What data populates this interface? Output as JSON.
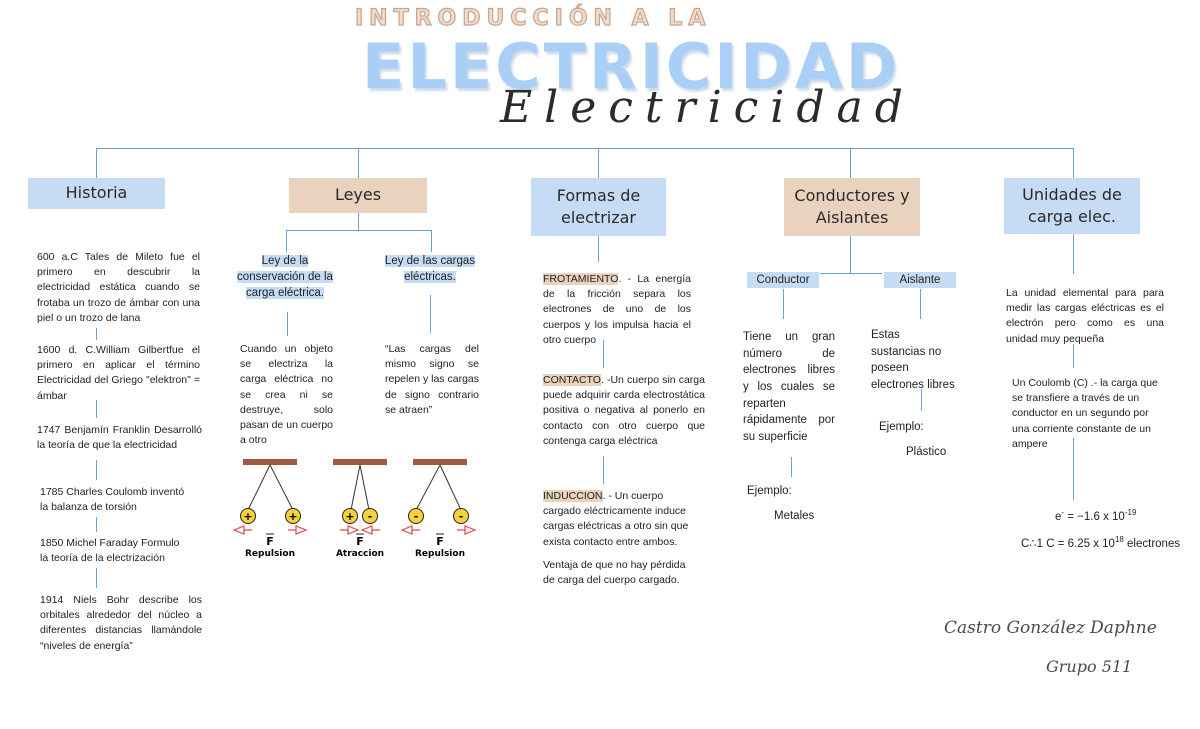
{
  "title": {
    "top": "INTRODUCCIÓN A LA",
    "main": "ELECTRICIDAD",
    "script": "Electricidad"
  },
  "headers": {
    "historia": "Historia",
    "leyes": "Leyes",
    "formas": "Formas de electrizar",
    "conductores": "Conductores y Aislantes",
    "unidades": "Unidades de carga elec."
  },
  "historia": {
    "items": [
      "600 a.C Tales de Mileto fue el primero en descubrir la electricidad estática cuando se frotaba un trozo de ámbar con una piel o un trozo de lana",
      "1600 d. C.William Gilbertfue el primero en aplicar el término Electricidad del Griego \"elektron\" = ámbar",
      "1747 Benjamín Franklin Desarrolló la teoría de que la electricidad",
      "1785 Charles Coulomb inventó la balanza de torsión",
      "1850 Michel Faraday Formulo la teoría de la electrización",
      "1914 Niels Bohr describe los orbitales alrededor del núcleo a diferentes distancias llamándole “niveles de energía”"
    ]
  },
  "leyes": {
    "conservacion_title": "Ley de la conservación de la carga eléctrica.",
    "cargas_title": "Ley de las cargas eléctricas.",
    "conservacion_text": "Cuando un objeto se electriza la carga eléctrica no se crea ni se destruye, solo pasan de un cuerpo a otro",
    "cargas_text": "“Las cargas del mismo signo se repelen y las cargas de signo contrario se atraen”",
    "illustrations": [
      {
        "left": "+",
        "right": "+",
        "force": "F",
        "caption": "Repulsion"
      },
      {
        "left": "+",
        "right": "-",
        "force": "F",
        "caption": "Atraccion"
      },
      {
        "left": "-",
        "right": "-",
        "force": "F",
        "caption": "Repulsion"
      }
    ]
  },
  "formas": {
    "frotamiento_label": "FROTAMIENTO",
    "frotamiento_text": ". - La energía de la fricción separa los electrones de uno de los cuerpos y los impulsa hacia el otro cuerpo",
    "contacto_label": "CONTACTO",
    "contacto_text": ". -Un cuerpo sin carga puede adquirir carda electrostática positiva o negativa al ponerlo en contacto con otro cuerpo que contenga carga eléctrica",
    "induccion_label": "INDUCCION",
    "induccion_text": ". - Un cuerpo cargado eléctricamente induce cargas eléctricas a otro sin que exista contacto entre ambos.",
    "ventaja_text": "Ventaja de que no hay pérdida de carga del cuerpo cargado."
  },
  "conductores": {
    "conductor_label": "Conductor",
    "aislante_label": "Aislante",
    "conductor_text": "Tiene un gran número de electrones libres y los cuales se reparten rápidamente por su superficie",
    "aislante_text": "Estas sustancias no poseen electrones libres",
    "conductor_example_label": "Ejemplo:",
    "conductor_example": "Metales",
    "aislante_example_label": "Ejemplo:",
    "aislante_example": "Plástico"
  },
  "unidades": {
    "text1": "La unidad elemental para para medir las cargas eléctricas es el electrón pero como es una unidad muy pequeña",
    "text2": "Un Coulomb (C) .- la carga que se transfiere a través de un conductor en un segundo por una corriente constante de un ampere",
    "formula1_base": "e",
    "formula1_sup": "-",
    "formula1_mid": " = −1.6 x 10",
    "formula1_exp": "-19",
    "formula2_base": "C∴1 C = 6.25 x 10",
    "formula2_exp": "18",
    "formula2_tail": " electrones"
  },
  "signature": {
    "name": "Castro González Daphne",
    "group": "Grupo 511"
  },
  "colors": {
    "blue_box": "#c6dcf5",
    "tan_box": "#e9d3bf",
    "line": "#6e9fd4",
    "charge_yellow": "#f3d23b",
    "bar_brown": "#9a5a43",
    "arrow_red": "#e0444c"
  }
}
